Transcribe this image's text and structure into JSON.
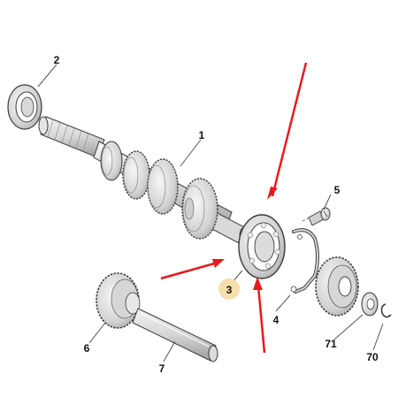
{
  "diagram": {
    "callouts": {
      "c1": "1",
      "c2": "2",
      "c3": "3",
      "c4": "4",
      "c5": "5",
      "c6": "6",
      "c7": "7",
      "c70": "70",
      "c71": "71"
    },
    "highlighted_callout": "3",
    "colors": {
      "arrow": "#e8191c",
      "highlight": "#f5dfae",
      "part_fill": "#e6e6e6",
      "part_shade": "#b8b8b8",
      "outline": "#3c3c3c",
      "leader": "#555555"
    }
  }
}
